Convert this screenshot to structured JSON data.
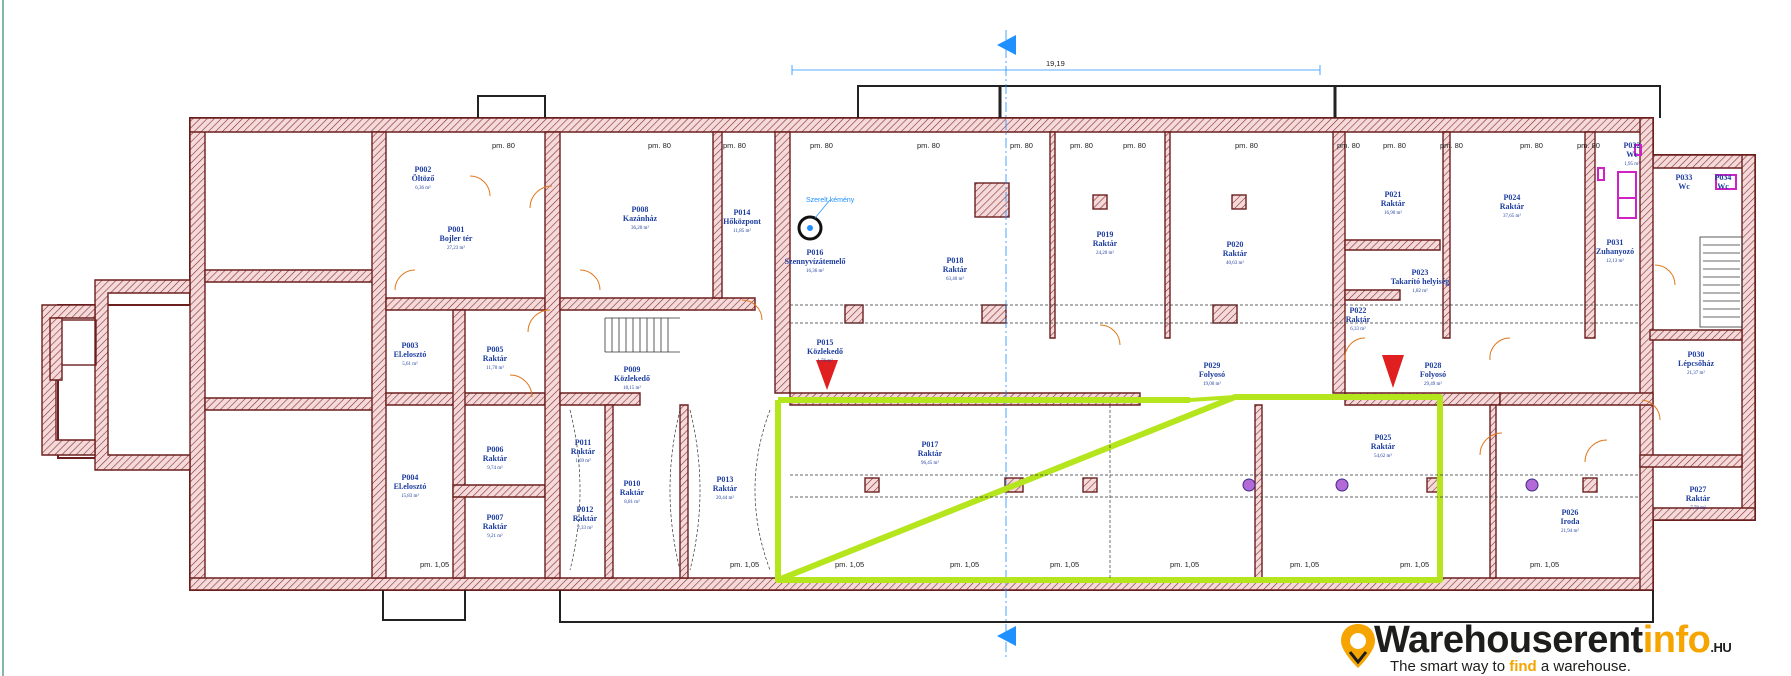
{
  "plan": {
    "overall_dimension": "19,19",
    "chimney_label": "Szerelt kémény",
    "door_label": "pm. 80",
    "door_label_b": "pm. 1,05",
    "rooms": [
      {
        "id": "P001",
        "name": "Bojler tér",
        "area": "27,23 m²"
      },
      {
        "id": "P002",
        "name": "Öltöző",
        "area": "6,36 m²"
      },
      {
        "id": "P003",
        "name": "El.elosztó",
        "area": "5,61 m²"
      },
      {
        "id": "P004",
        "name": "El.elosztó",
        "area": "15,83 m²"
      },
      {
        "id": "P005",
        "name": "Raktár",
        "area": "11,70 m²"
      },
      {
        "id": "P006",
        "name": "Raktár",
        "area": "9,74 m²"
      },
      {
        "id": "P007",
        "name": "Raktár",
        "area": "9,21 m²"
      },
      {
        "id": "P008",
        "name": "Kazánház",
        "area": "36,20 m²"
      },
      {
        "id": "P009",
        "name": "Közlekedő",
        "area": "18,15 m²"
      },
      {
        "id": "P010",
        "name": "Raktár",
        "area": "8,81 m²"
      },
      {
        "id": "P011",
        "name": "Raktár",
        "area": "1,69 m²"
      },
      {
        "id": "P012",
        "name": "Raktár",
        "area": "2,33 m²"
      },
      {
        "id": "P013",
        "name": "Raktár",
        "area": "20,44 m²"
      },
      {
        "id": "P014",
        "name": "Hőközpont",
        "area": "11,85 m²"
      },
      {
        "id": "P015",
        "name": "Közlekedő",
        "area": "1,76 m²"
      },
      {
        "id": "P016",
        "name": "Szennyvízátemelő",
        "area": "16,36 m²"
      },
      {
        "id": "P017",
        "name": "Raktár",
        "area": "96,45 m²"
      },
      {
        "id": "P018",
        "name": "Raktár",
        "area": "63,40 m²"
      },
      {
        "id": "P019",
        "name": "Raktár",
        "area": "24,20 m²"
      },
      {
        "id": "P020",
        "name": "Raktár",
        "area": "40,63 m²"
      },
      {
        "id": "P021",
        "name": "Raktár",
        "area": "16,90 m²"
      },
      {
        "id": "P022",
        "name": "Raktár",
        "area": "6,33 m²"
      },
      {
        "id": "P023",
        "name": "Takarító helyiség",
        "area": "1,82 m²"
      },
      {
        "id": "P024",
        "name": "Raktár",
        "area": "37,65 m²"
      },
      {
        "id": "P025",
        "name": "Raktár",
        "area": "54,62 m²"
      },
      {
        "id": "P026",
        "name": "Iroda",
        "area": "21,94 m²"
      },
      {
        "id": "P027",
        "name": "Raktár",
        "area": "7,70 m²"
      },
      {
        "id": "P028",
        "name": "Folyosó",
        "area": "29,49 m²"
      },
      {
        "id": "P029",
        "name": "Folyosó",
        "area": "19,00 m²"
      },
      {
        "id": "P030",
        "name": "Lépcsőház",
        "area": "21,37 m²"
      },
      {
        "id": "P031",
        "name": "Zuhanyozó",
        "area": "12,13 m²"
      },
      {
        "id": "P032",
        "name": "Wc",
        "area": "1,95 m²"
      },
      {
        "id": "P033",
        "name": "Wc",
        "area": ""
      },
      {
        "id": "P034",
        "name": "Wc",
        "area": ""
      }
    ],
    "colors": {
      "wall": "#6b1f1f",
      "highlight": "#b5e61d",
      "arrow": "#e02020",
      "label": "#1f3fa0",
      "axis": "#1e90ff",
      "wc_fixture": "#d020c8"
    }
  },
  "brand": {
    "name_dark": "Warehouserent",
    "name_accent": "info",
    "suffix": ".HU",
    "tagline_before": "The smart way to ",
    "tagline_accent": "find",
    "tagline_after": " a warehouse."
  }
}
